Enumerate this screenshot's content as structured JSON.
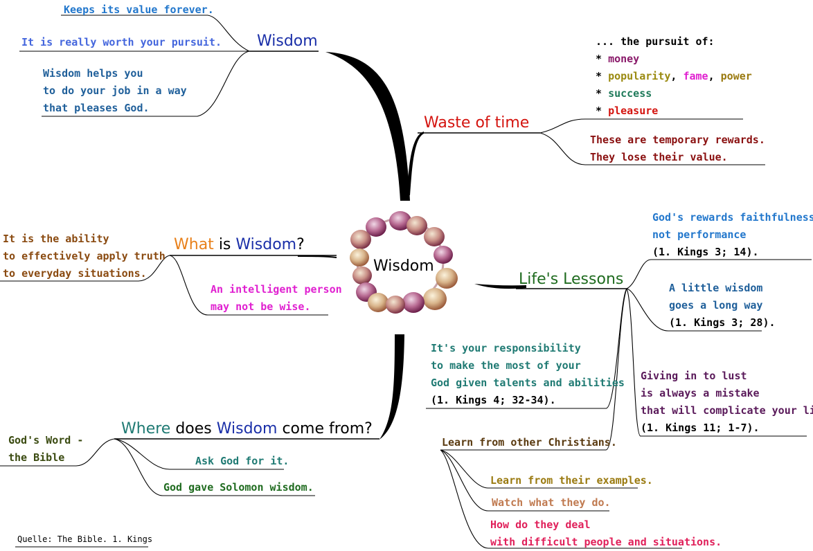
{
  "center": {
    "label": "Wisdom"
  },
  "colors": {
    "blue": "#1a2fa8",
    "red": "#d4140f",
    "orange": "#e8801a",
    "green": "#1f6b1f",
    "teal": "#1f7a73",
    "brown": "#8a4a10"
  },
  "branches": {
    "wisdom": {
      "title": "Wisdom",
      "notes": [
        "Keeps its value forever.",
        "It is really worth your pursuit.",
        [
          "Wisdom helps you",
          "to do your job in a way",
          "that pleases God."
        ]
      ]
    },
    "waste": {
      "title": "Waste of time",
      "pursuit_intro": "... the pursuit of:",
      "pursuit_label": "pursuit",
      "items": {
        "money": "money",
        "popularity": "popularity",
        "fame": "fame",
        "power": "power",
        "success": "success",
        "pleasure": "pleasure"
      },
      "bullet": "*",
      "temporary": [
        "These are temporary rewards.",
        "They lose their value."
      ]
    },
    "what": {
      "title_what": "What",
      "title_is": "is",
      "title_wisdom": "Wisdom",
      "title_q": "?",
      "ability": [
        "It is the ability",
        "to effectively apply truth",
        "to everyday situations."
      ],
      "intelligent": [
        "An intelligent person",
        "may not be wise."
      ]
    },
    "lessons": {
      "title": "Life's Lessons",
      "rewards": [
        "God's rewards faithfulness,",
        "not performance",
        "(1. Kings 3; 14)."
      ],
      "little": [
        "A little wisdom",
        "goes a long way",
        "(1. Kings 3; 28)."
      ],
      "responsibility": [
        "It's your responsibility",
        "to make the most of your",
        "God given talents and abilities",
        "(1. Kings 4; 32-34)."
      ],
      "lust": [
        "Giving in to lust",
        "is always a mistake",
        "that will complicate your life",
        "(1. Kings 11; 1-7)."
      ],
      "learn": "Learn from other Christians.",
      "examples": "Learn from their examples.",
      "watch": "Watch what they do.",
      "deal": [
        "How do they deal",
        "with difficult people and situations."
      ]
    },
    "where": {
      "title_where": "Where",
      "title_does": "does",
      "title_wisdom": "Wisdom",
      "title_rest": "come from?",
      "word": [
        "God's Word -",
        "the Bible"
      ],
      "ask": "Ask God for it.",
      "solomon": "God gave Solomon wisdom."
    }
  },
  "source": "Quelle: The Bible. 1. Kings"
}
